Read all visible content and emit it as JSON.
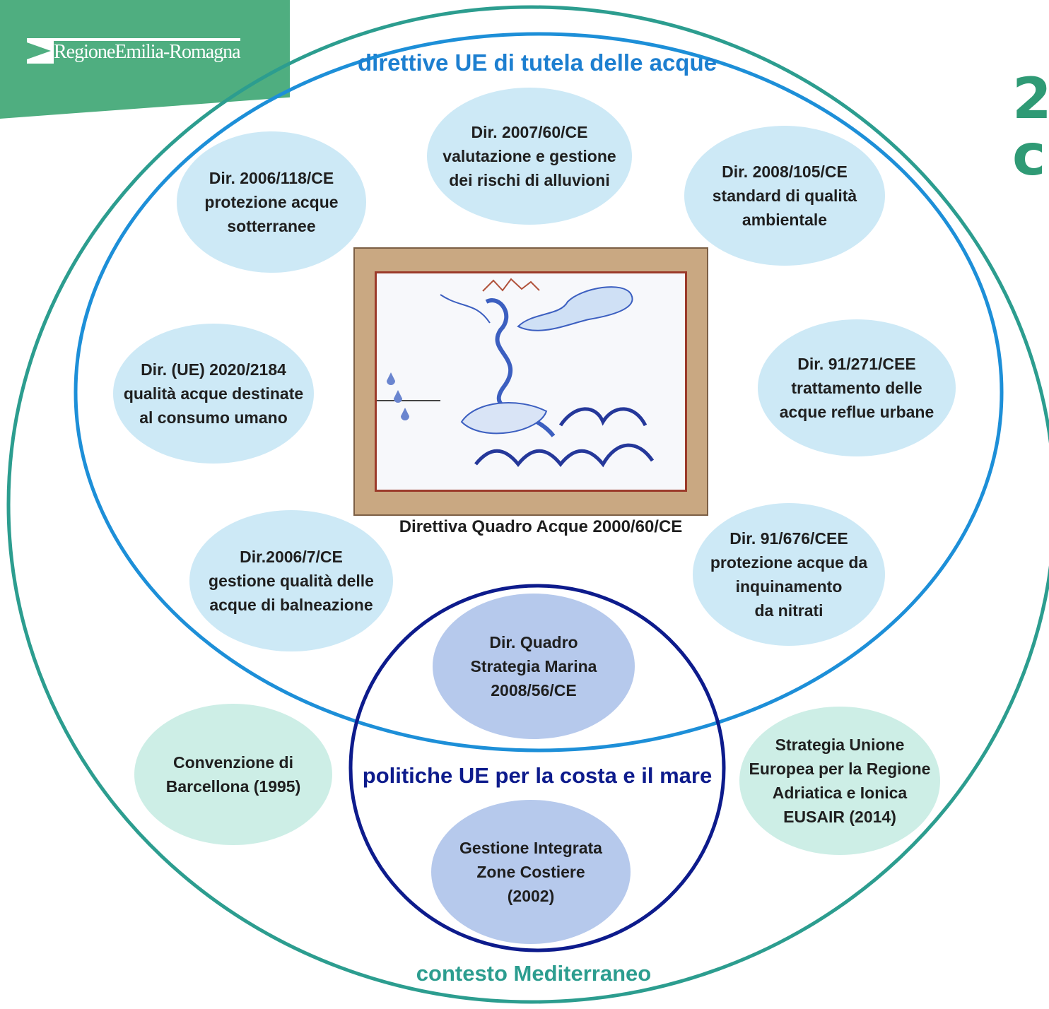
{
  "logo": {
    "text": "RegioneEmilia-Romagna"
  },
  "cropped_heading": {
    "line1": "2",
    "line2": "c"
  },
  "colors": {
    "brand_green": "#4fae80",
    "outer_ring": "#2c9d8f",
    "inner_ring": "#1d8fd8",
    "marine_ring": "#0d1b8c",
    "bubble_blue": "#cde9f6",
    "bubble_green": "#cdeee6",
    "bubble_purple": "#b6c9ec"
  },
  "labels": {
    "eu_directives": "direttive UE di tutela delle acque",
    "coast_sea": "politiche UE per la costa e il mare",
    "mediterranean": "contesto Mediterraneo",
    "framework": "Direttiva Quadro Acque 2000/60/CE"
  },
  "bubbles": {
    "floods": "Dir. 2007/60/CE\nvalutazione e gestione\ndei rischi di alluvioni",
    "groundwater": "Dir. 2006/118/CE\nprotezione acque\nsotterranee",
    "quality_std": "Dir. 2008/105/CE\nstandard di qualità\nambientale",
    "drinking": "Dir. (UE) 2020/2184\nqualità acque destinate\nal consumo umano",
    "urban_waste": "Dir. 91/271/CEE\ntrattamento delle\nacque reflue urbane",
    "bathing": "Dir.2006/7/CE\ngestione qualità delle\nacque di balneazione",
    "nitrates": "Dir. 91/676/CEE\nprotezione acque da\ninquinamento\nda nitrati",
    "marine_strategy": "Dir. Quadro\nStrategia Marina\n2008/56/CE",
    "coastal_zones": "Gestione Integrata\nZone Costiere\n(2002)",
    "barcelona": "Convenzione di\nBarcellona (1995)",
    "eusair": "Strategia Unione\nEuropea per la Regione\nAdriatica e Ionica\nEUSAIR (2014)"
  }
}
